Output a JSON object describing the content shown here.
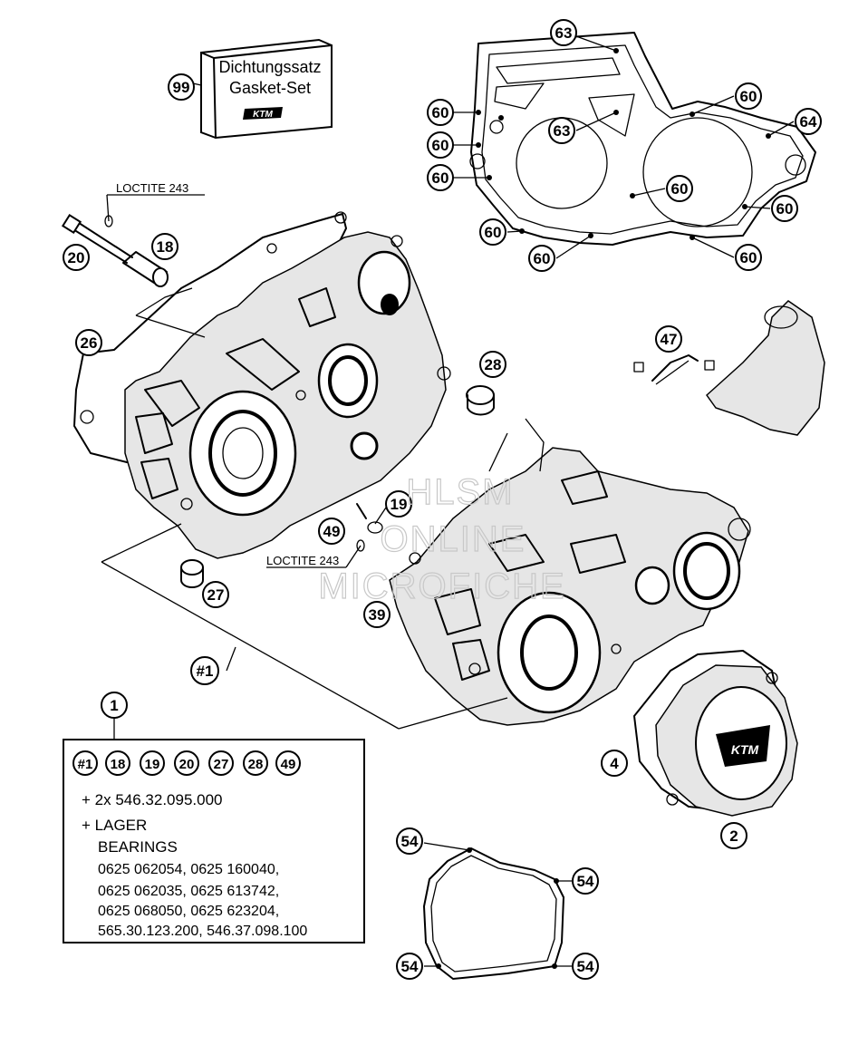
{
  "gasket_set_box": {
    "line1": "Dichtungssatz",
    "line2": "Gasket-Set",
    "logo": "KTM"
  },
  "callouts": {
    "c99": "99",
    "c63a": "63",
    "c63b": "63",
    "c60a": "60",
    "c60b": "60",
    "c60c": "60",
    "c60d": "60",
    "c60e": "60",
    "c60f": "60",
    "c60g": "60",
    "c60h": "60",
    "c60i": "60",
    "c64": "64",
    "c18": "18",
    "c20": "20",
    "c26": "26",
    "c28": "28",
    "c47": "47",
    "c19": "19",
    "c49": "49",
    "c27": "27",
    "c39": "39",
    "c1hash": "#1",
    "c1": "1",
    "c4": "4",
    "c2": "2",
    "c54a": "54",
    "c54b": "54",
    "c54c": "54",
    "c54d": "54"
  },
  "labels": {
    "loctite_top": "LOCTITE 243",
    "loctite_mid": "LOCTITE 243"
  },
  "watermark": {
    "line1": "HLSM",
    "line2": "ONLINE",
    "line3": "MICROFICHE"
  },
  "info_box": {
    "kit_items": [
      "#1",
      "18",
      "19",
      "20",
      "27",
      "28",
      "49"
    ],
    "line_a": "+ 2x 546.32.095.000",
    "line_b": "+ LAGER",
    "line_c": "BEARINGS",
    "line_d": "0625 062054, 0625 160040,",
    "line_e": "0625 062035, 0625 613742,",
    "line_f": "0625 068050, 0625 623204,",
    "line_g": "565.30.123.200, 546.37.098.100"
  },
  "colors": {
    "ink": "#000000",
    "watermark": "#c8c8c8",
    "background": "#ffffff"
  }
}
